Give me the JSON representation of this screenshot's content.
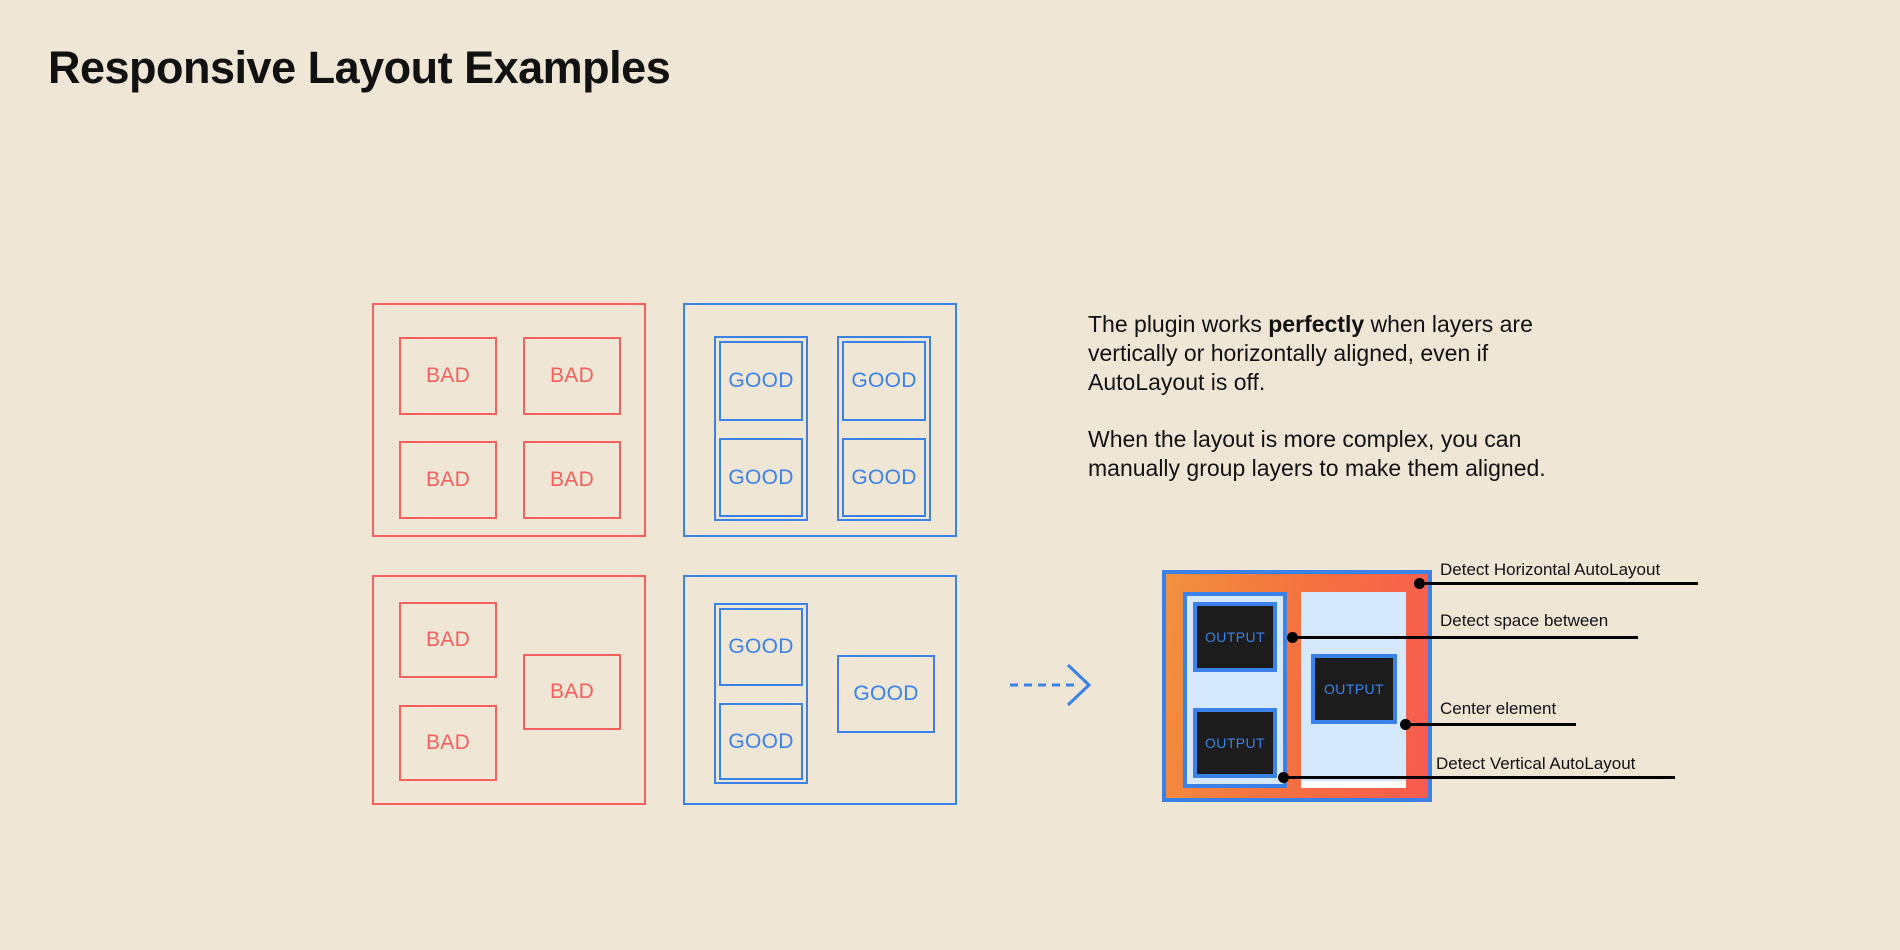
{
  "page": {
    "title": "Responsive Layout Examples",
    "background_color": "#EFE6D6"
  },
  "colors": {
    "bad": "#F4605C",
    "good": "#3B82E8",
    "text": "#111111",
    "output_fill": "#1C1C1C",
    "light_blue": "#D6E8FB",
    "gradient_start": "#F2913F",
    "gradient_end": "#F85B50"
  },
  "examples": {
    "bad_grid": {
      "kind": "bad",
      "cells": [
        {
          "label": "BAD"
        },
        {
          "label": "BAD"
        },
        {
          "label": "BAD"
        },
        {
          "label": "BAD"
        }
      ]
    },
    "good_grid": {
      "kind": "good",
      "groups": [
        {
          "cells": [
            {
              "label": "GOOD"
            },
            {
              "label": "GOOD"
            }
          ]
        },
        {
          "cells": [
            {
              "label": "GOOD"
            },
            {
              "label": "GOOD"
            }
          ]
        }
      ]
    },
    "bad_complex": {
      "kind": "bad",
      "cells": [
        {
          "label": "BAD"
        },
        {
          "label": "BAD"
        },
        {
          "label": "BAD"
        }
      ]
    },
    "good_complex": {
      "kind": "good",
      "grouped_cells": [
        {
          "label": "GOOD"
        },
        {
          "label": "GOOD"
        }
      ],
      "loose_cells": [
        {
          "label": "GOOD"
        }
      ]
    }
  },
  "arrow": {
    "icon": "dashed-arrow-right-icon",
    "color": "#3B82E8",
    "style": "dashed"
  },
  "copy": {
    "paragraph_1_part_1": "The plugin works ",
    "paragraph_1_emphasis": "perfectly",
    "paragraph_1_part_2": " when layers are vertically or horizontally aligned, even if AutoLayout is off.",
    "paragraph_2": "When the layout is more complex, you can manually group layers to make them aligned."
  },
  "detail_diagram": {
    "output_boxes": [
      {
        "label": "OUTPUT"
      },
      {
        "label": "OUTPUT"
      },
      {
        "label": "OUTPUT"
      }
    ],
    "callouts": [
      {
        "label": "Detect Horizontal AutoLayout"
      },
      {
        "label": "Detect space between"
      },
      {
        "label": "Center element"
      },
      {
        "label": "Detect Vertical AutoLayout"
      }
    ]
  }
}
